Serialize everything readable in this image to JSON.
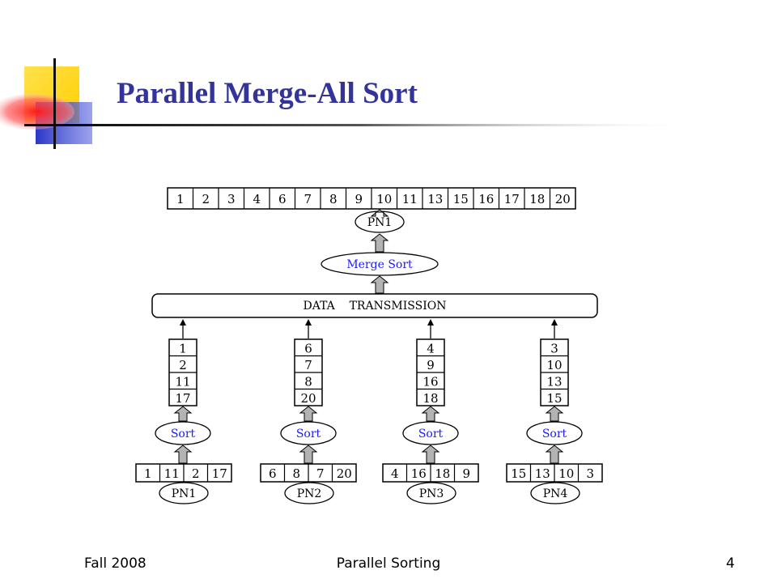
{
  "slide": {
    "title": "Parallel Merge-All Sort",
    "footer_left": "Fall 2008",
    "footer_center": "Parallel Sorting",
    "page_number": "4",
    "colors": {
      "title": "#333399",
      "accent_yellow": "#ffd700",
      "accent_blue": "#3340cc",
      "accent_red": "#ff1a1a",
      "node_text_blue": "#1a1aff"
    }
  },
  "diagram": {
    "final_result": [
      "1",
      "2",
      "3",
      "4",
      "6",
      "7",
      "8",
      "9",
      "10",
      "11",
      "13",
      "15",
      "16",
      "17",
      "18",
      "20"
    ],
    "coordinator_node": "PN1",
    "merge_label": "Merge Sort",
    "transmission_label": "DATA    TRANSMISSION",
    "sort_label": "Sort",
    "processors": [
      {
        "node": "PN1",
        "input": [
          "1",
          "11",
          "2",
          "17"
        ],
        "sorted": [
          "1",
          "2",
          "11",
          "17"
        ]
      },
      {
        "node": "PN2",
        "input": [
          "6",
          "8",
          "7",
          "20"
        ],
        "sorted": [
          "6",
          "7",
          "8",
          "20"
        ]
      },
      {
        "node": "PN3",
        "input": [
          "4",
          "16",
          "18",
          "9"
        ],
        "sorted": [
          "4",
          "9",
          "16",
          "18"
        ]
      },
      {
        "node": "PN4",
        "input": [
          "15",
          "13",
          "10",
          "3"
        ],
        "sorted": [
          "3",
          "10",
          "13",
          "15"
        ]
      }
    ]
  }
}
